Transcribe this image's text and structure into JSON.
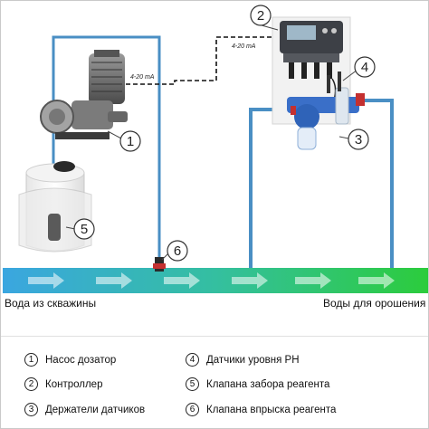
{
  "signals": {
    "controller_signal": "4-20 mA",
    "pump_signal": "4-20 mA"
  },
  "callouts": [
    "1",
    "2",
    "3",
    "4",
    "5",
    "6"
  ],
  "flow": {
    "inlet_label": "Вода из скважины",
    "outlet_label": "Воды для орошения"
  },
  "legend": [
    {
      "num": "1",
      "text": "Насос дозатор"
    },
    {
      "num": "2",
      "text": "Контроллер"
    },
    {
      "num": "3",
      "text": "Держатели датчиков"
    },
    {
      "num": "4",
      "text": "Датчики уровня PH"
    },
    {
      "num": "5",
      "text": "Клапана забора реагента"
    },
    {
      "num": "6",
      "text": "Клапана впрыска реагента"
    }
  ],
  "colors": {
    "pipe_start": "#33a0d8",
    "pipe_end": "#28c24a",
    "tube": "#4a8fc4",
    "signal_line": "#111111"
  }
}
